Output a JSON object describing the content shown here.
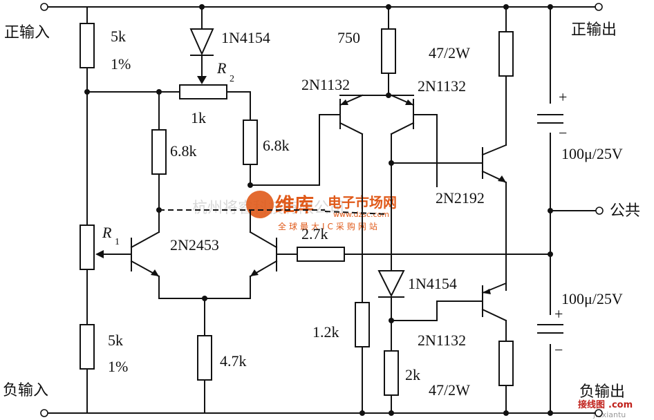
{
  "terminals": {
    "pos_in": "正输入",
    "neg_in": "负输入",
    "pos_out": "正输出",
    "neg_out": "负输出",
    "common": "公共"
  },
  "components": {
    "r_top_left": "5k",
    "r_top_left_tol": "1%",
    "r_bot_left": "5k",
    "r_bot_left_tol": "1%",
    "d_top": "1N4154",
    "r2_name": "R",
    "r2_sub": "2",
    "r2_value": "1k",
    "r_68_left": "6.8k",
    "r_68_right": "6.8k",
    "r1_name": "R",
    "r1_sub": "1",
    "q_diff": "2N2453",
    "r_27": "2.7k",
    "r_47": "4.7k",
    "r_750": "750",
    "q_pnp_left": "2N1132",
    "q_pnp_right": "2N1132",
    "r_47w_top": "47/2W",
    "q_npn_out": "2N2192",
    "c_top": "100μ/25V",
    "c_bot": "100μ/25V",
    "d_bot": "1N4154",
    "r_12": "1.2k",
    "r_2k": "2k",
    "q_pnp_bot": "2N1132",
    "r_47w_bot": "47/2W",
    "plus_top": "+",
    "minus_top": "−",
    "plus_bot": "+",
    "minus_bot": "−"
  },
  "watermark": {
    "company": "杭州将睿科技有限公司",
    "brand": "维库",
    "brand_sub": "电子市场网",
    "url": "www.dzsc.com",
    "slogan": "全球最大IC采购网站",
    "corner": "接线图",
    "corner_url": ".com",
    "corner_small": "jiexiantu"
  },
  "colors": {
    "line": "#111111",
    "watermark_orange": "#e05a1a",
    "watermark_grey": "#d8d8d8"
  }
}
